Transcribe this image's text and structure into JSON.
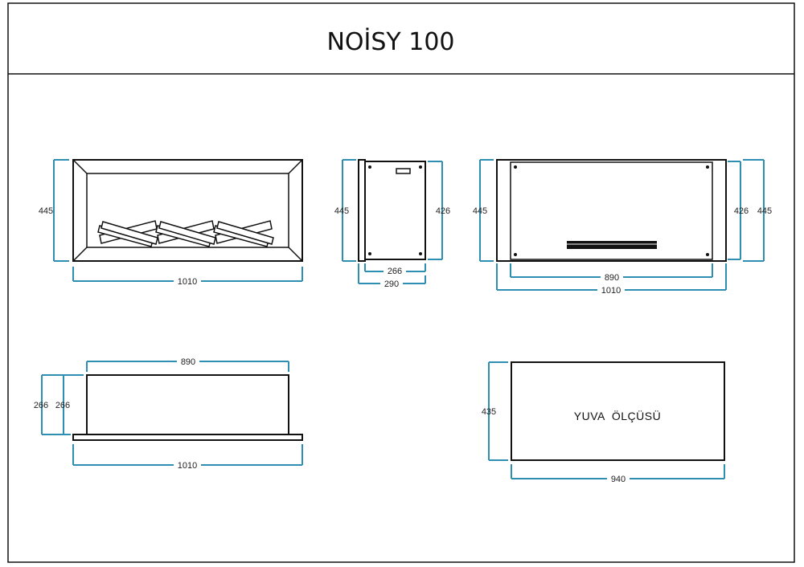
{
  "title": "NOİSY 100",
  "front_view": {
    "height": "445",
    "width": "1010"
  },
  "side_view": {
    "height_outer": "445",
    "height_inner": "426",
    "depth_inner": "266",
    "depth_outer": "290"
  },
  "back_view": {
    "height_left": "445",
    "height_inner": "426",
    "height_right": "445",
    "width_inner": "890",
    "width_outer": "1010"
  },
  "top_view": {
    "width_inner": "890",
    "depth_a": "266",
    "depth_b": "266",
    "width_outer": "1010"
  },
  "niche": {
    "label": "YUVA  ÖLÇÜSÜ",
    "height": "435",
    "width": "940"
  },
  "colors": {
    "dimension": "#2e8fb3",
    "ink": "#111111"
  }
}
